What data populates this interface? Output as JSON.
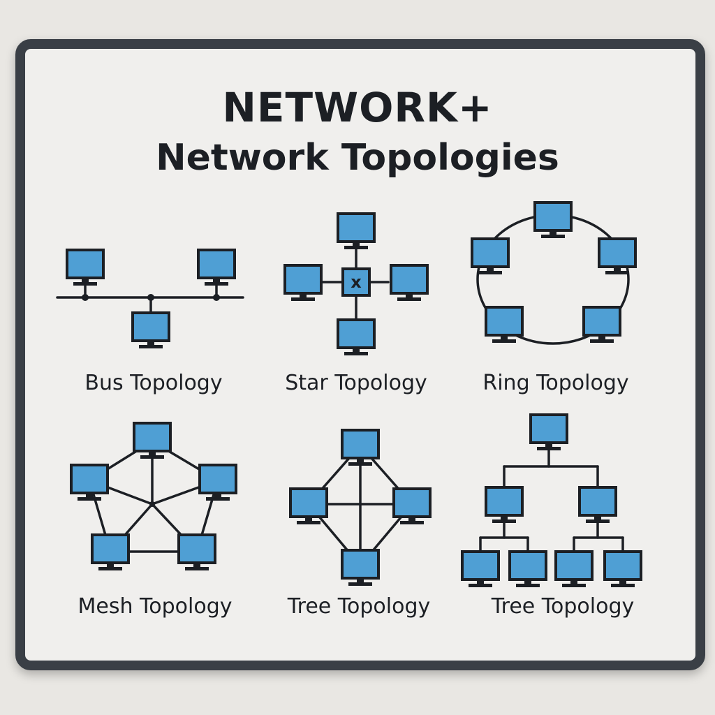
{
  "board": {
    "title": "NETWORK+",
    "subtitle": "Network Topologies"
  },
  "topologies": [
    {
      "label": "Bus Topology"
    },
    {
      "label": "Star Topology",
      "hub_icon": "x"
    },
    {
      "label": "Ring Topology"
    },
    {
      "label": "Mesh Topology"
    },
    {
      "label": "Tree Topology"
    },
    {
      "label": "Tree Topology"
    }
  ],
  "colors": {
    "screen": "#4f9fd4",
    "outline": "#1c1f24",
    "board": "#f0efed",
    "frame": "#3a3f46"
  },
  "icons": [
    "computer-icon",
    "hub-icon"
  ]
}
